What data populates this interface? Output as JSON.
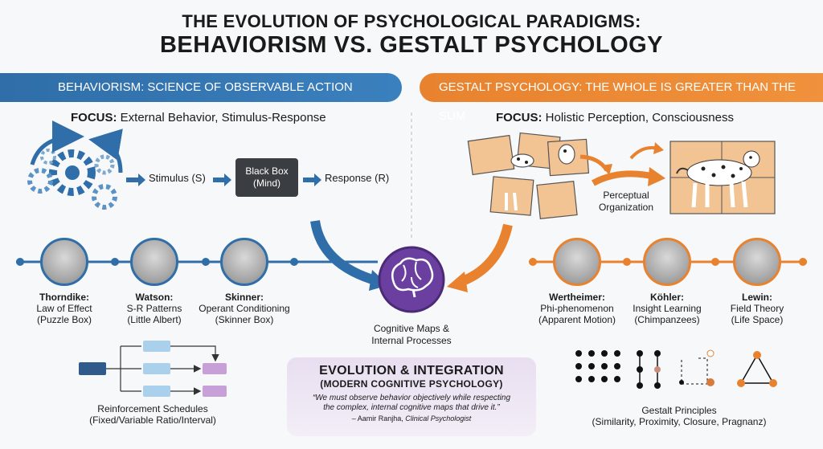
{
  "title": {
    "line1": "THE EVOLUTION OF PSYCHOLOGICAL PARADIGMS:",
    "line2": "BEHAVIORISM VS. GESTALT PSYCHOLOGY"
  },
  "behaviorism": {
    "banner": "BEHAVIORISM: SCIENCE OF OBSERVABLE ACTION",
    "focus_label": "FOCUS:",
    "focus_text": "External Behavior, Stimulus-Response",
    "stimulus": "Stimulus (S)",
    "blackbox_line1": "Black Box",
    "blackbox_line2": "(Mind)",
    "response": "Response (R)",
    "people": [
      {
        "name": "Thorndike:",
        "line1": "Law of Effect",
        "line2": "(Puzzle Box)"
      },
      {
        "name": "Watson:",
        "line1": "S-R Patterns",
        "line2": "(Little Albert)"
      },
      {
        "name": "Skinner:",
        "line1": "Operant Conditioning",
        "line2": "(Skinner Box)"
      }
    ],
    "schedules_title": "Reinforcement Schedules",
    "schedules_sub": "(Fixed/Variable Ratio/Interval)",
    "color": "#2f6ea8"
  },
  "gestalt": {
    "banner": "GESTALT PSYCHOLOGY: THE WHOLE IS GREATER THAN THE SUM",
    "focus_label": "FOCUS:",
    "focus_text": "Holistic Perception, Consciousness",
    "perceptual_line1": "Perceptual",
    "perceptual_line2": "Organization",
    "people": [
      {
        "name": "Wertheimer:",
        "line1": "Phi-phenomenon",
        "line2": "(Apparent Motion)"
      },
      {
        "name": "Köhler:",
        "line1": "Insight Learning",
        "line2": "(Chimpanzees)"
      },
      {
        "name": "Lewin:",
        "line1": "Field Theory",
        "line2": "(Life Space)"
      }
    ],
    "principles_title": "Gestalt Principles",
    "principles_sub": "(Similarity, Proximity, Closure, Pragnanz)",
    "color": "#e8822e"
  },
  "center": {
    "cognitive_line1": "Cognitive Maps &",
    "cognitive_line2": "Internal Processes",
    "integration_title": "EVOLUTION & INTEGRATION",
    "integration_sub": "(MODERN COGNITIVE PSYCHOLOGY)",
    "quote_line1": "“We must observe behavior objectively while respecting",
    "quote_line2": "the complex, internal cognitive maps that drive it.”",
    "attribution_name": "– Aamir Ranjha,",
    "attribution_role": "Clinical Psychologist",
    "brain_color": "#6b3fa0"
  }
}
